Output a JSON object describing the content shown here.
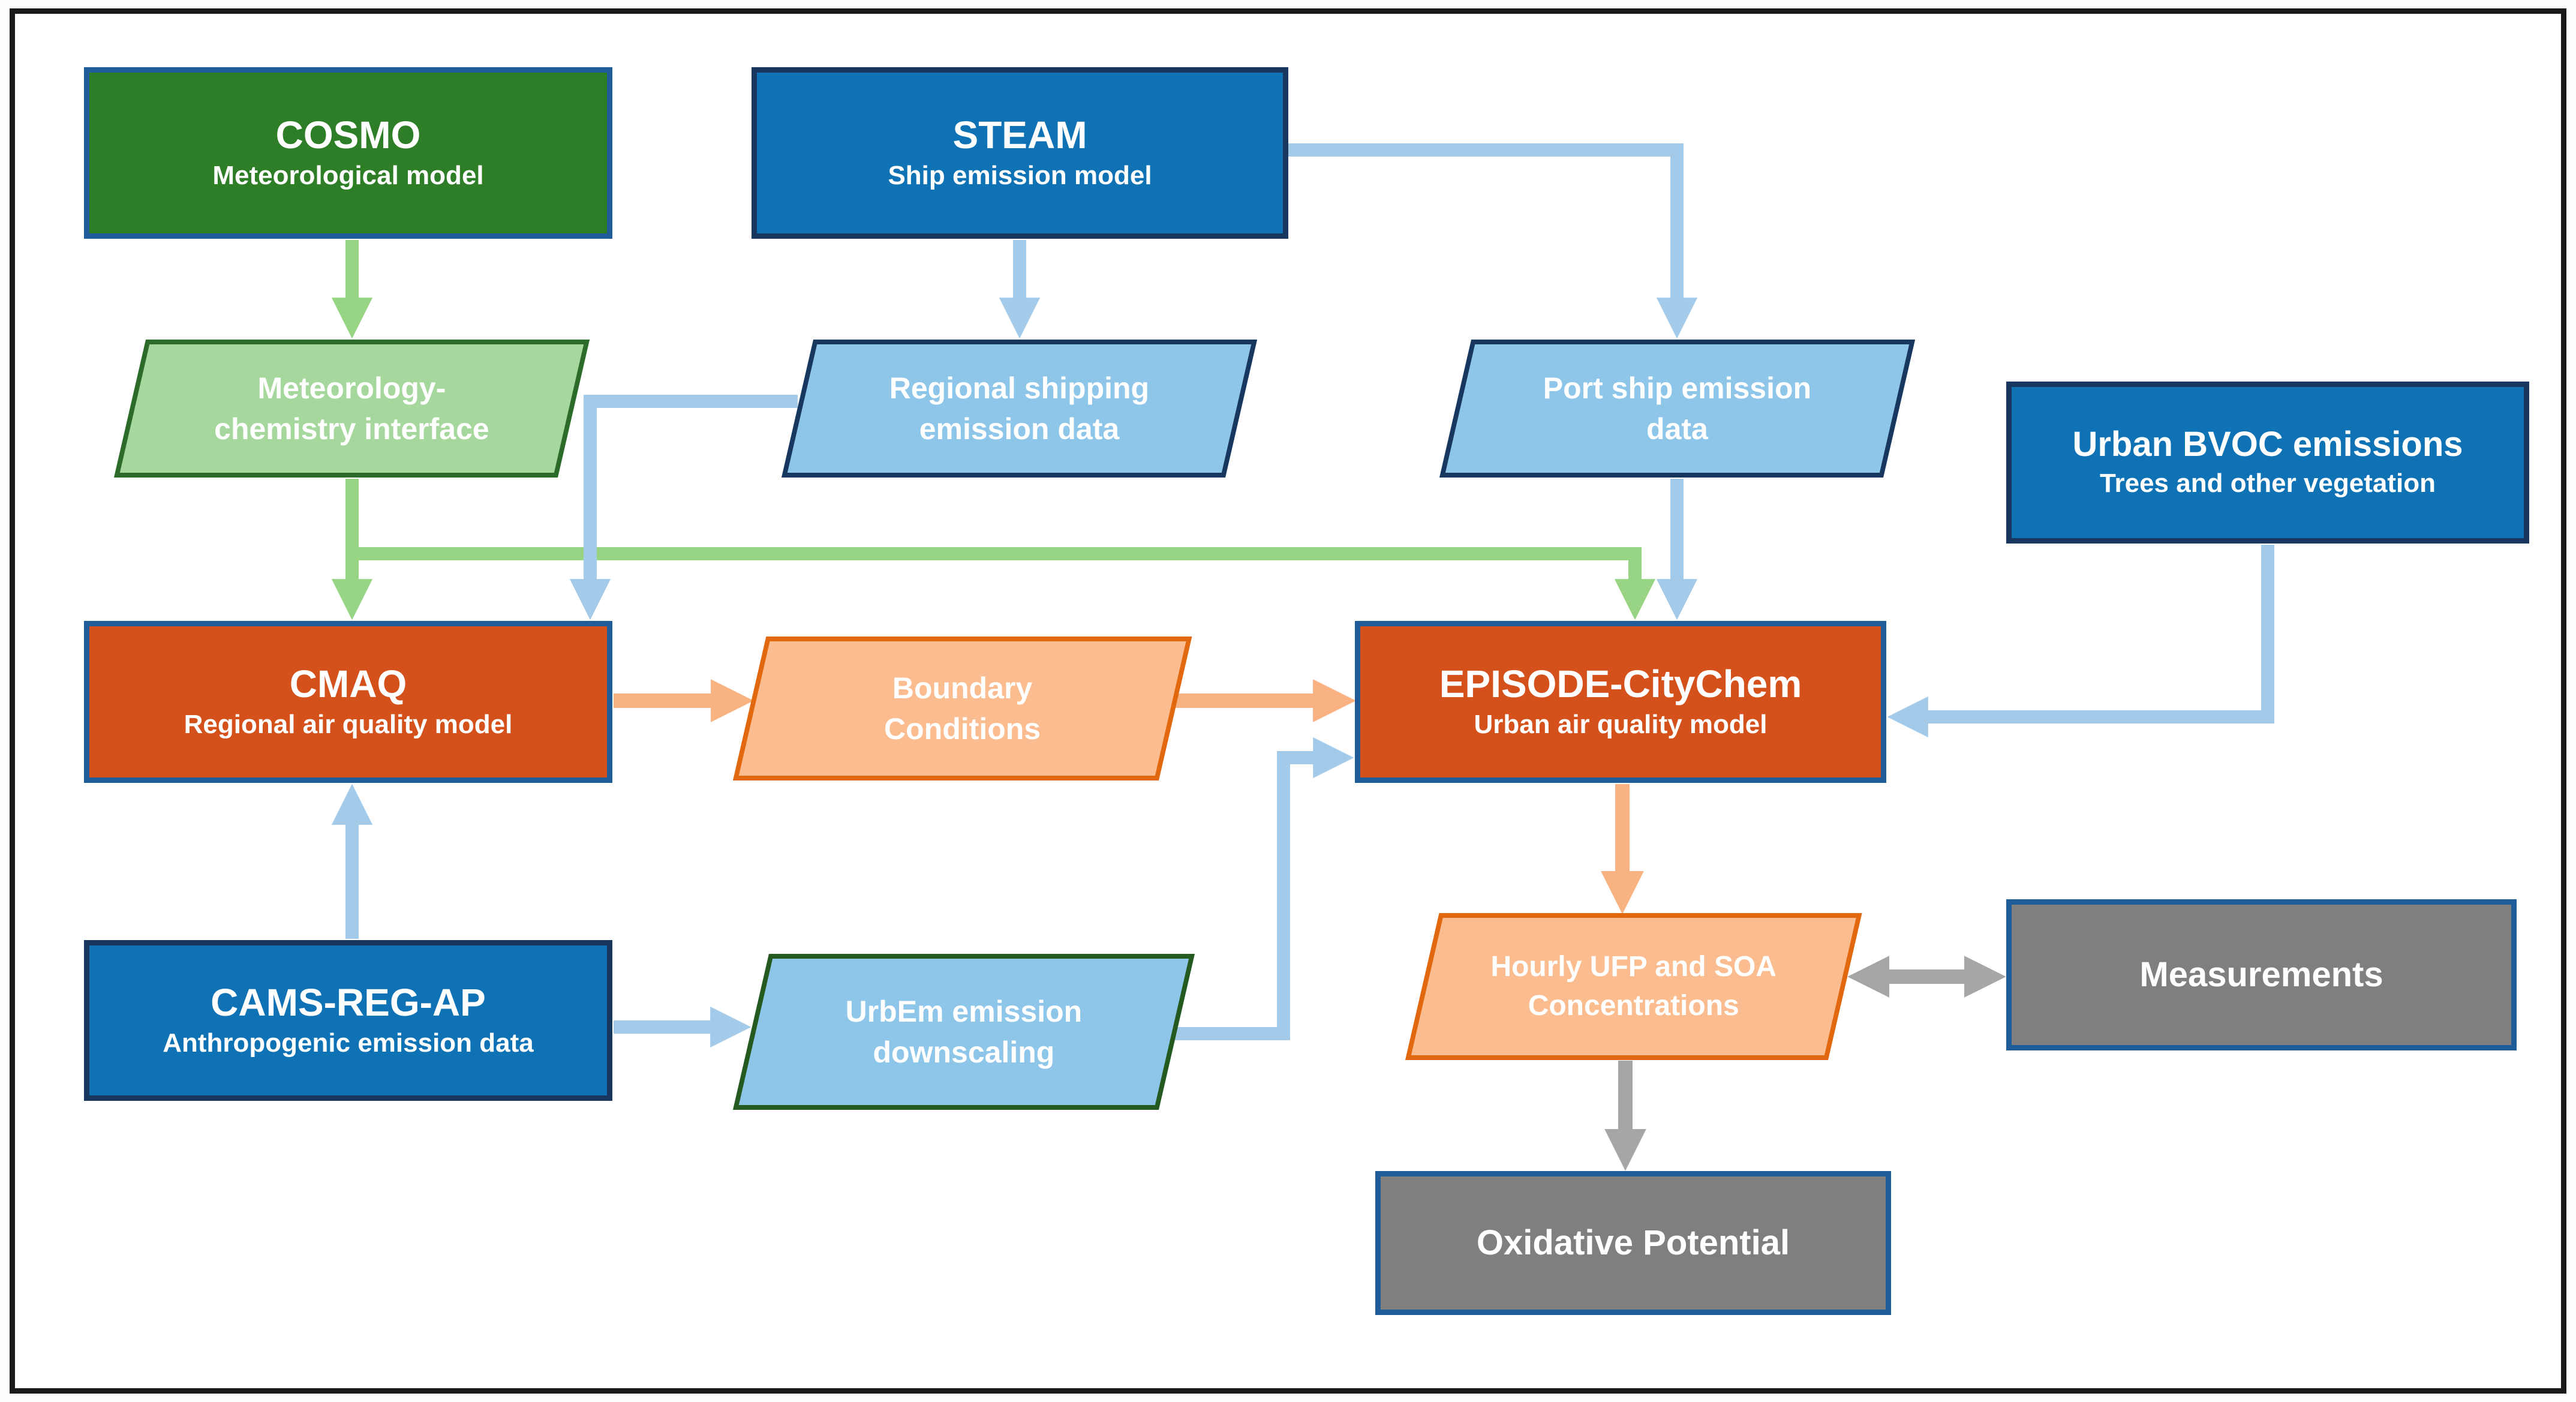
{
  "nodes": {
    "cosmo": {
      "title": "COSMO",
      "subtitle": "Meteorological model"
    },
    "steam": {
      "title": "STEAM",
      "subtitle": "Ship emission model"
    },
    "met_chem": {
      "line1": "Meteorology-",
      "line2": "chemistry interface"
    },
    "reg_ship": {
      "line1": "Regional shipping",
      "line2": "emission data"
    },
    "port_ship": {
      "line1": "Port ship emission",
      "line2": "data"
    },
    "bvoc": {
      "title": "Urban BVOC emissions",
      "subtitle": "Trees and other vegetation"
    },
    "cmaq": {
      "title": "CMAQ",
      "subtitle": "Regional air quality model"
    },
    "boundary": {
      "line1": "Boundary",
      "line2": "Conditions"
    },
    "episode": {
      "title": "EPISODE-CityChem",
      "subtitle": "Urban air quality model"
    },
    "cams": {
      "title": "CAMS-REG-AP",
      "subtitle": "Anthropogenic emission data"
    },
    "urbem": {
      "line1": "UrbEm emission",
      "line2": "downscaling"
    },
    "hourly": {
      "line1": "Hourly UFP and SOA",
      "line2": "Concentrations"
    },
    "measurements": {
      "title": "Measurements"
    },
    "oxidative": {
      "title": "Oxidative Potential"
    }
  },
  "colors": {
    "frame": "#1a1a1a",
    "dark-green": "#2e7d27",
    "green-border": "#2c6b2a",
    "light-green": "#a6d89e",
    "green-arrow": "#97d483",
    "blue": "#0f72b5",
    "navy-border": "#17375e",
    "light-blue": "#8ec6e9",
    "blue-arrow": "#a3cbe9",
    "orange": "#d4511b",
    "box-border-blue": "#1f5c99",
    "light-orange": "#fbbd90",
    "orange-accent": "#e2680f",
    "orange-arrow": "#f9b383",
    "gray": "#7f7f7f",
    "gray-arrow": "#a6a6a6",
    "urbem-border": "#245a1f"
  }
}
